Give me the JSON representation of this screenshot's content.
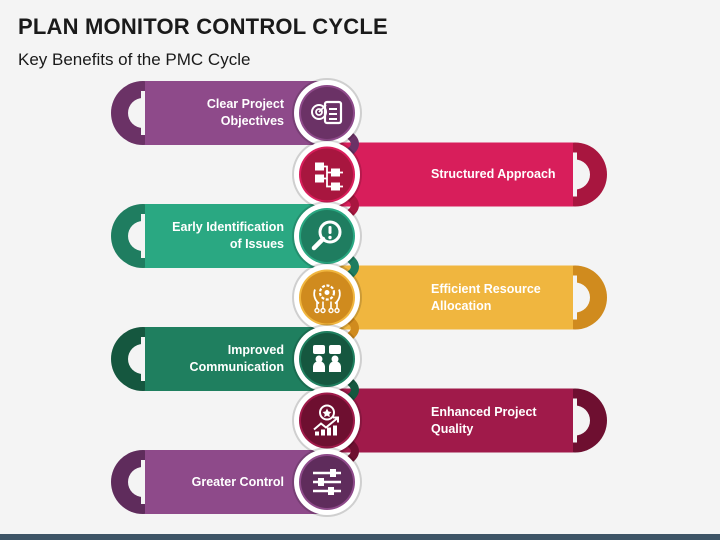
{
  "title": "PLAN MONITOR CONTROL CYCLE",
  "subtitle": "Key Benefits of the PMC Cycle",
  "steps": [
    {
      "label": "Clear Project Objectives",
      "lines": [
        "Clear Project",
        "Objectives"
      ],
      "icon": "target-checklist-icon",
      "color": "#8e4a8a",
      "dark": "#6b3266",
      "side": "left"
    },
    {
      "label": "Structured Approach",
      "lines": [
        "Structured Approach"
      ],
      "icon": "structure-flow-icon",
      "color": "#d81e5b",
      "dark": "#a8163f",
      "side": "right"
    },
    {
      "label": "Early Identification of Issues",
      "lines": [
        "Early Identification",
        "of Issues"
      ],
      "icon": "magnifier-alert-icon",
      "color": "#2aa882",
      "dark": "#1f7d60",
      "side": "left"
    },
    {
      "label": "Efficient Resource Allocation",
      "lines": [
        "Efficient Resource",
        "Allocation"
      ],
      "icon": "resource-gear-icon",
      "color": "#f0b63f",
      "dark": "#d08b1e",
      "side": "right"
    },
    {
      "label": "Improved Communication",
      "lines": [
        "Improved",
        "Communication"
      ],
      "icon": "people-chat-icon",
      "color": "#1f7f5f",
      "dark": "#15573f",
      "side": "left"
    },
    {
      "label": "Enhanced Project Quality",
      "lines": [
        "Enhanced Project",
        "Quality"
      ],
      "icon": "quality-chart-icon",
      "color": "#a01a4a",
      "dark": "#6e0f30",
      "side": "right"
    },
    {
      "label": "Greater Control",
      "lines": [
        "Greater Control"
      ],
      "icon": "sliders-icon",
      "color": "#8e4a8a",
      "dark": "#5f2c5c",
      "side": "left"
    }
  ]
}
